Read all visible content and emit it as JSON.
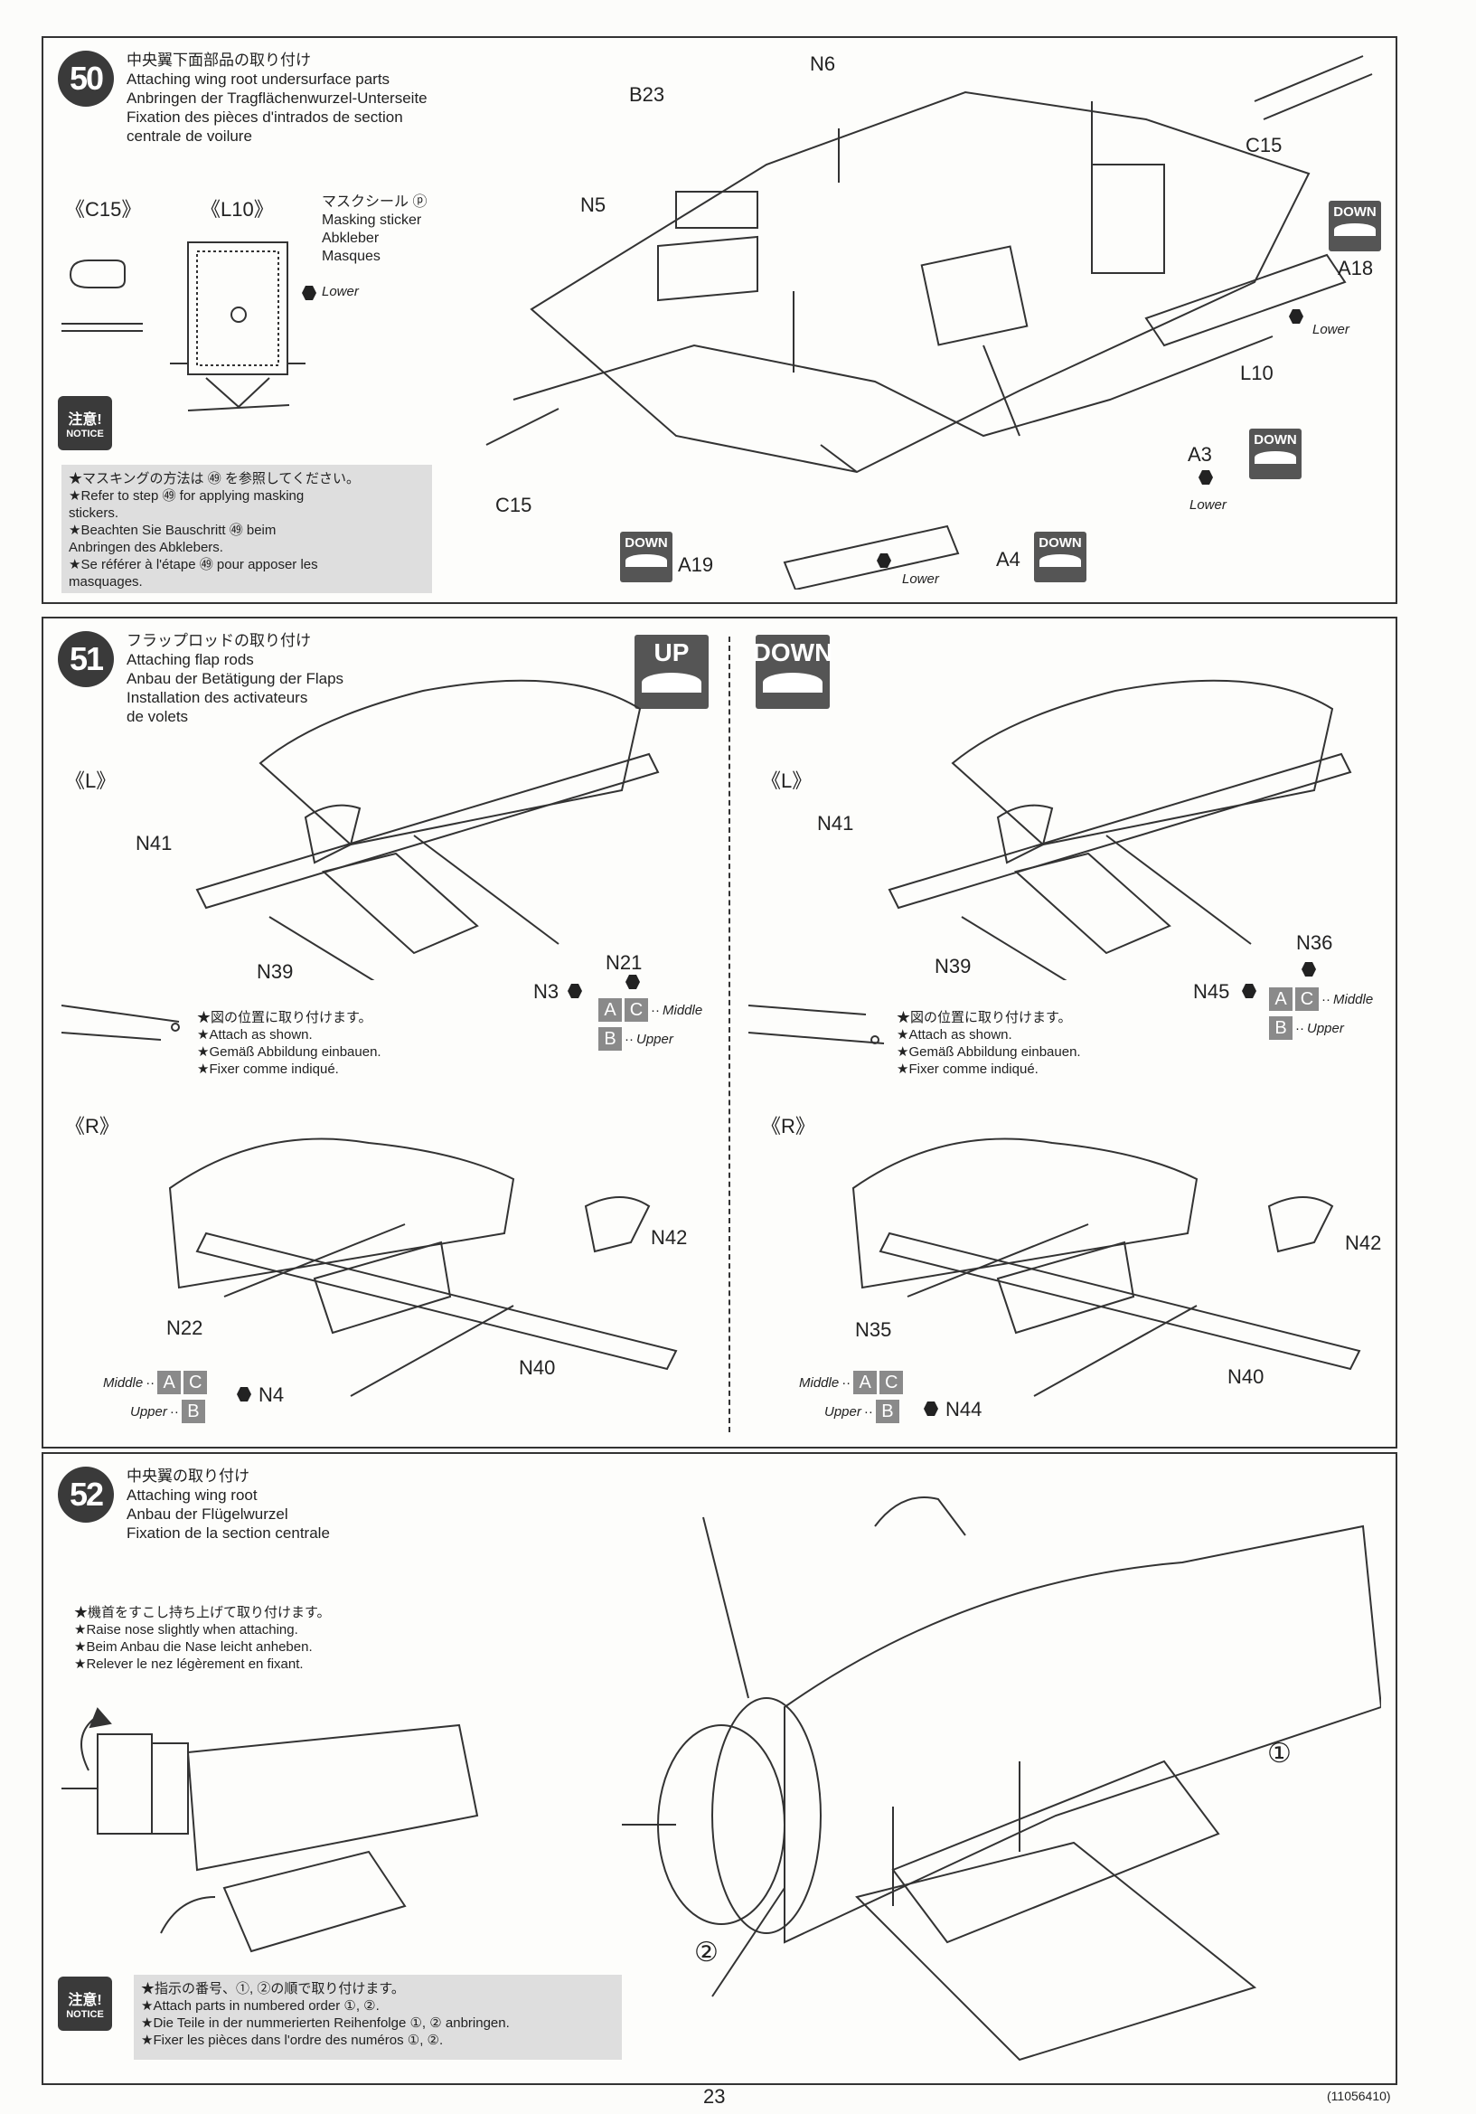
{
  "step50": {
    "number": "50",
    "title_ja": "中央翼下面部品の取り付け",
    "title_en": "Attaching wing root undersurface parts",
    "title_de": "Anbringen der Tragflächenwurzel-Unterseite",
    "title_fr1": "Fixation des pièces d'intrados de section",
    "title_fr2": "centrale de voilure",
    "part_c15": "《C15》",
    "part_l10": "《L10》",
    "mask_ja": "マスクシール ⓟ",
    "mask_en": "Masking sticker",
    "mask_de": "Abkleber",
    "mask_fr": "Masques",
    "lower": "Lower",
    "notice_ja": "注意!",
    "notice_en": "NOTICE",
    "note": [
      "★マスキングの方法は ㊾ を参照してください。",
      "★Refer to step ㊾ for applying masking",
      "stickers.",
      "★Beachten Sie Bauschritt ㊾ beim",
      "Anbringen des Abklebers.",
      "★Se référer à l'étape ㊾ pour apposer les",
      "masquages."
    ],
    "labels": {
      "b23": "B23",
      "n6": "N6",
      "n5": "N5",
      "c15a": "C15",
      "c15b": "C15",
      "a18": "A18",
      "l10": "L10",
      "a3": "A3",
      "a19": "A19",
      "a4": "A4"
    },
    "down": "DOWN"
  },
  "step51": {
    "number": "51",
    "title_ja": "フラップロッドの取り付け",
    "title_en": "Attaching flap rods",
    "title_de": "Anbau der Betätigung der Flaps",
    "title_fr1": "Installation des activateurs",
    "title_fr2": "de volets",
    "up": "UP",
    "down": "DOWN",
    "left": "《L》",
    "right": "《R》",
    "middle": "Middle",
    "upper": "Upper",
    "key_a": "A",
    "key_b": "B",
    "key_c": "C",
    "attach": [
      "★図の位置に取り付けます。",
      "★Attach as shown.",
      "★Gemäß Abbildung einbauen.",
      "★Fixer comme indiqué."
    ],
    "up_side": {
      "n41": "N41",
      "n39": "N39",
      "n21": "N21",
      "n3": "N3",
      "n42": "N42",
      "n22": "N22",
      "n40": "N40",
      "n4": "N4"
    },
    "down_side": {
      "n41": "N41",
      "n39": "N39",
      "n36": "N36",
      "n45": "N45",
      "n42": "N42",
      "n35": "N35",
      "n40": "N40",
      "n44": "N44"
    }
  },
  "step52": {
    "number": "52",
    "title_ja": "中央翼の取り付け",
    "title_en": "Attaching wing root",
    "title_de": "Anbau der Flügelwurzel",
    "title_fr": "Fixation de la section centrale",
    "raise": [
      "★機首をすこし持ち上げて取り付けます。",
      "★Raise nose slightly when attaching.",
      "★Beim Anbau die Nase leicht anheben.",
      "★Relever le nez légèrement en fixant."
    ],
    "notice_ja": "注意!",
    "notice_en": "NOTICE",
    "order": [
      "★指示の番号、①, ②の順で取り付けます。",
      "★Attach parts in numbered order ①, ②.",
      "★Die Teile in der nummerierten Reihenfolge ①, ② anbringen.",
      "★Fixer les pièces dans l'ordre des numéros ①, ②."
    ],
    "c1": "①",
    "c2": "②"
  },
  "page_number": "23",
  "doc_code": "(11056410)"
}
